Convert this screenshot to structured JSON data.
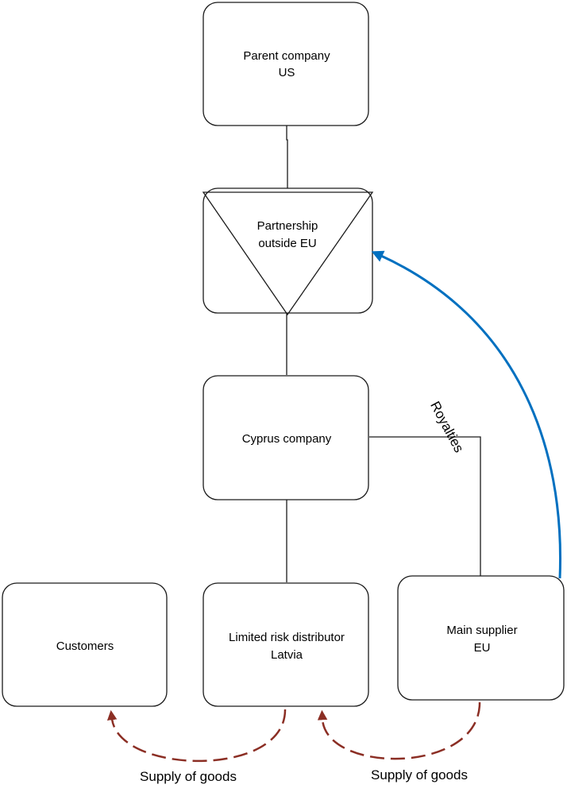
{
  "nodes": {
    "parent": {
      "line1": "Parent company",
      "line2": "US"
    },
    "partnership": {
      "line1": "Partnership",
      "line2": "outside EU"
    },
    "cyprus": {
      "line1": "Cyprus company"
    },
    "customers": {
      "line1": "Customers"
    },
    "distributor": {
      "line1": "Limited risk distributor",
      "line2": "Latvia"
    },
    "supplier": {
      "line1": "Main supplier",
      "line2": "EU"
    }
  },
  "edges": {
    "royalties": {
      "label": "Royalties"
    },
    "supply_to_customers": {
      "label": "Supply of goods"
    },
    "supply_to_distributor": {
      "label": "Supply of goods"
    }
  },
  "colors": {
    "node_border": "#1a1a1a",
    "connector": "#1a1a1a",
    "royalty_flow_arrow": "#0070c0",
    "goods_flow_arrow": "#8b2e24"
  }
}
